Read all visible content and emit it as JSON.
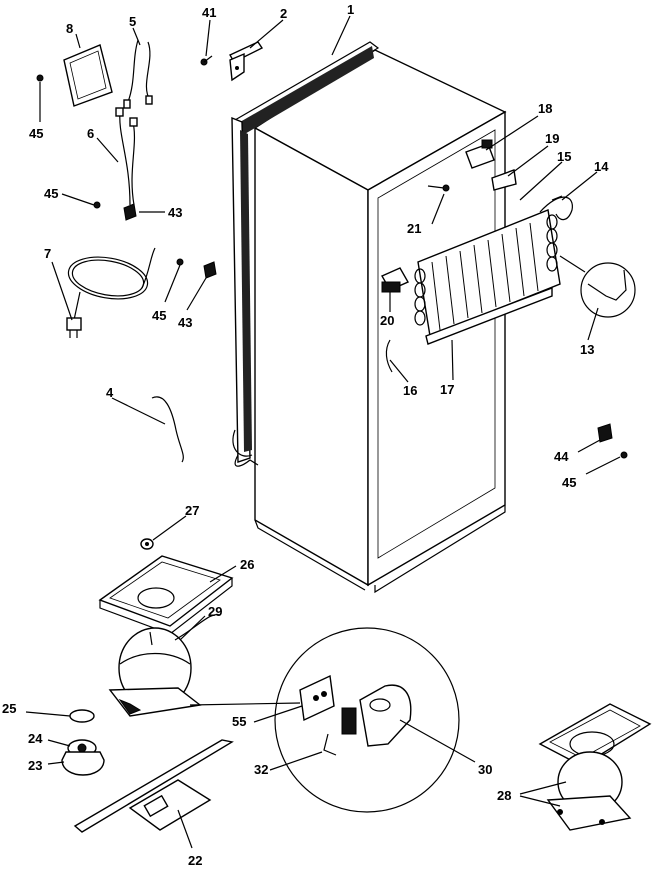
{
  "callouts": {
    "c1": "1",
    "c2": "2",
    "c4": "4",
    "c5": "5",
    "c6": "6",
    "c7": "7",
    "c8": "8",
    "c13": "13",
    "c14": "14",
    "c15": "15",
    "c16": "16",
    "c17": "17",
    "c18": "18",
    "c19": "19",
    "c20": "20",
    "c21": "21",
    "c22": "22",
    "c23": "23",
    "c24": "24",
    "c25": "25",
    "c26": "26",
    "c27": "27",
    "c28": "28",
    "c29": "29",
    "c30": "30",
    "c32": "32",
    "c41": "41",
    "c43a": "43",
    "c43b": "43",
    "c44": "44",
    "c45a": "45",
    "c45b": "45",
    "c45c": "45",
    "c45d": "45",
    "c55": "55"
  }
}
